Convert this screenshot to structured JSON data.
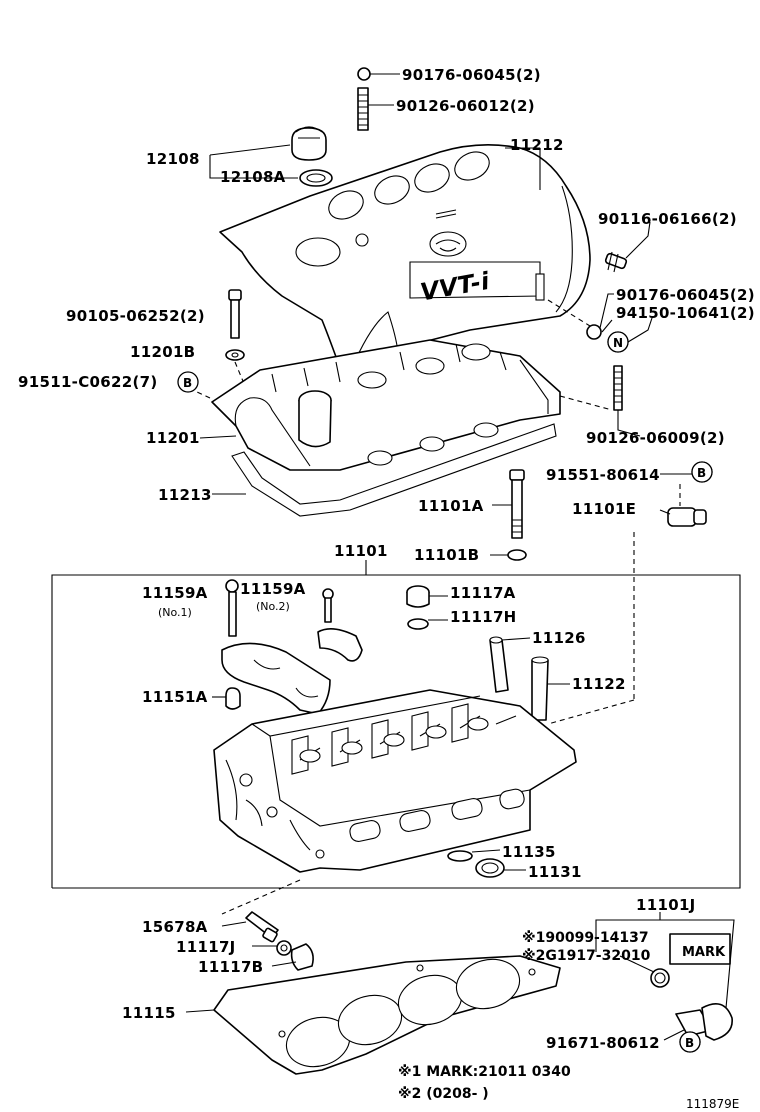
{
  "parts": {
    "p90176_top": "90176-06045(2)",
    "p90126_top": "90126-06012(2)",
    "p12108": "12108",
    "p12108A": "12108A",
    "p11212": "11212",
    "p90116": "90116-06166(2)",
    "p90176_side": "90176-06045(2)",
    "p94150": "94150-10641(2)",
    "p90105": "90105-06252(2)",
    "p11201B": "11201B",
    "p91511": "91511-C0622(7)",
    "p11201": "11201",
    "p90126_side": "90126-06009(2)",
    "p91551": "91551-80614",
    "p11213": "11213",
    "p11101A": "11101A",
    "p11101E": "11101E",
    "p11101": "11101",
    "p11101B": "11101B",
    "p11159A_1": "11159A",
    "p11159A_2": "11159A",
    "p11117A": "11117A",
    "p11117H": "11117H",
    "p11126": "11126",
    "p11122": "11122",
    "p11151A": "11151A",
    "p11135": "11135",
    "p11131": "11131",
    "p11101J": "11101J",
    "p15678A": "15678A",
    "p11117J": "11117J",
    "p11117B": "11117B",
    "p90099": "※190099-14137",
    "p2G917": "※2G1917-32010",
    "p11115": "11115",
    "p91671": "91671-80612"
  },
  "sublabels": {
    "no1": "(No.1)",
    "no2": "(No.2)"
  },
  "markers": {
    "B": "B",
    "N": "N"
  },
  "mark_box": "MARK",
  "cover_text": {
    "brand": "VVT-i"
  },
  "notes": {
    "note1": "※1  MARK:21011  0340",
    "note2": "※2  (0208-      )"
  },
  "figure_id": "111879E"
}
